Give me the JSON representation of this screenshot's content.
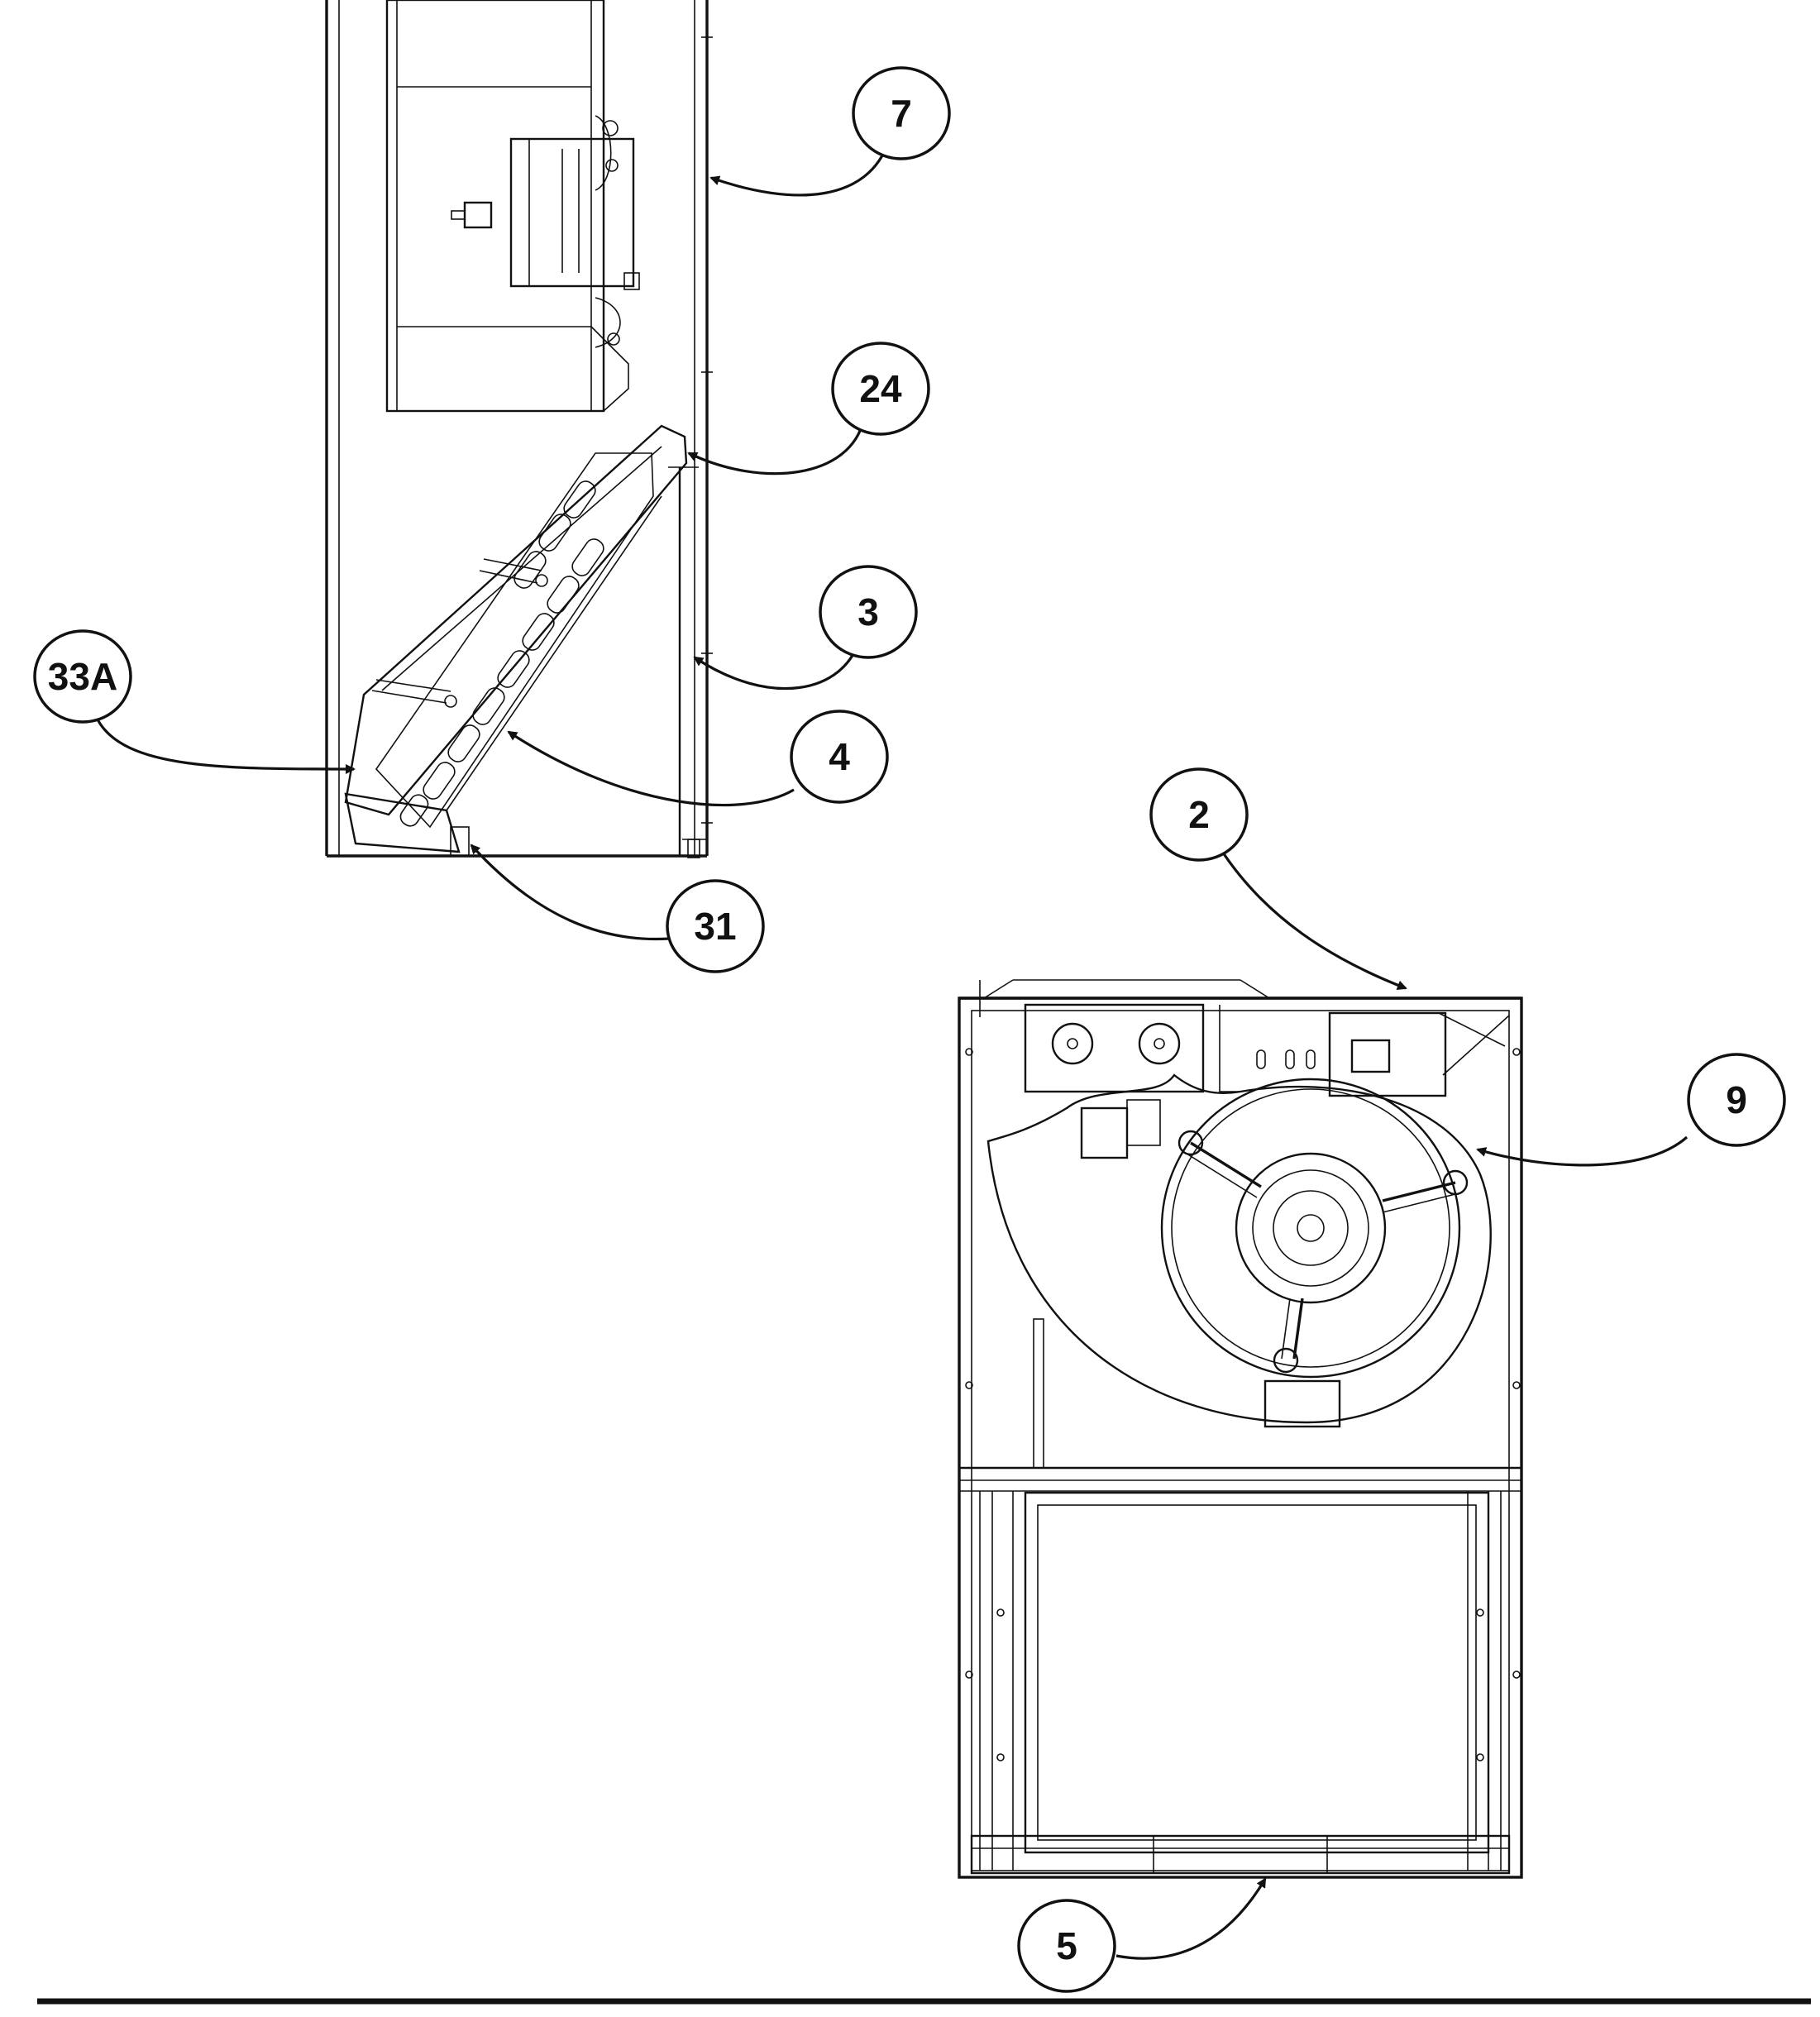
{
  "callouts": [
    {
      "id": "7",
      "label": "7"
    },
    {
      "id": "24",
      "label": "24"
    },
    {
      "id": "3",
      "label": "3"
    },
    {
      "id": "33A",
      "label": "33A"
    },
    {
      "id": "4",
      "label": "4"
    },
    {
      "id": "31",
      "label": "31"
    },
    {
      "id": "2",
      "label": "2"
    },
    {
      "id": "9",
      "label": "9"
    },
    {
      "id": "5",
      "label": "5"
    }
  ],
  "colors": {
    "line": "#111111",
    "background": "#ffffff"
  }
}
